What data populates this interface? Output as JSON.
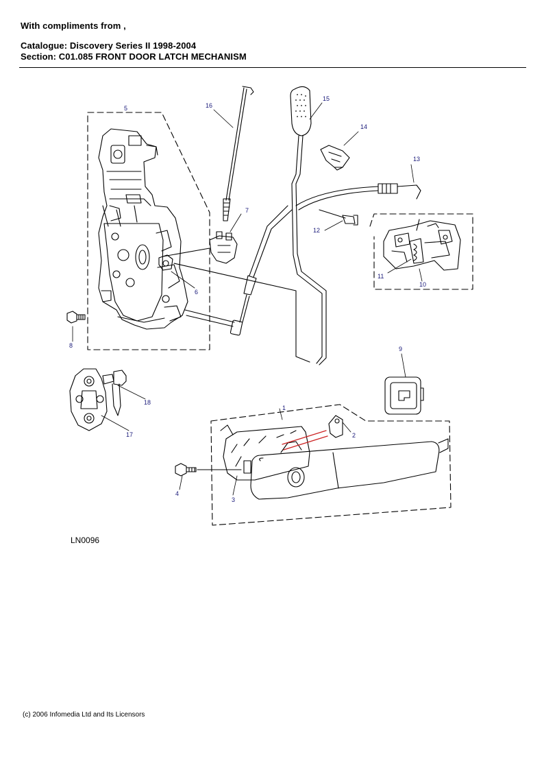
{
  "header": {
    "compliments": "With compliments from  ,",
    "catalogue": "Catalogue: Discovery Series II 1998-2004",
    "section": "Section: C01.085   FRONT DOOR LATCH MECHANISM"
  },
  "diagram": {
    "reference": "LN0096",
    "callouts": [
      "1",
      "2",
      "3",
      "4",
      "5",
      "6",
      "7",
      "8",
      "9",
      "10",
      "11",
      "12",
      "13",
      "14",
      "15",
      "16",
      "17",
      "18"
    ]
  },
  "footer": {
    "copyright": "(c) 2006 Infomedia Ltd and Its Licensors"
  }
}
